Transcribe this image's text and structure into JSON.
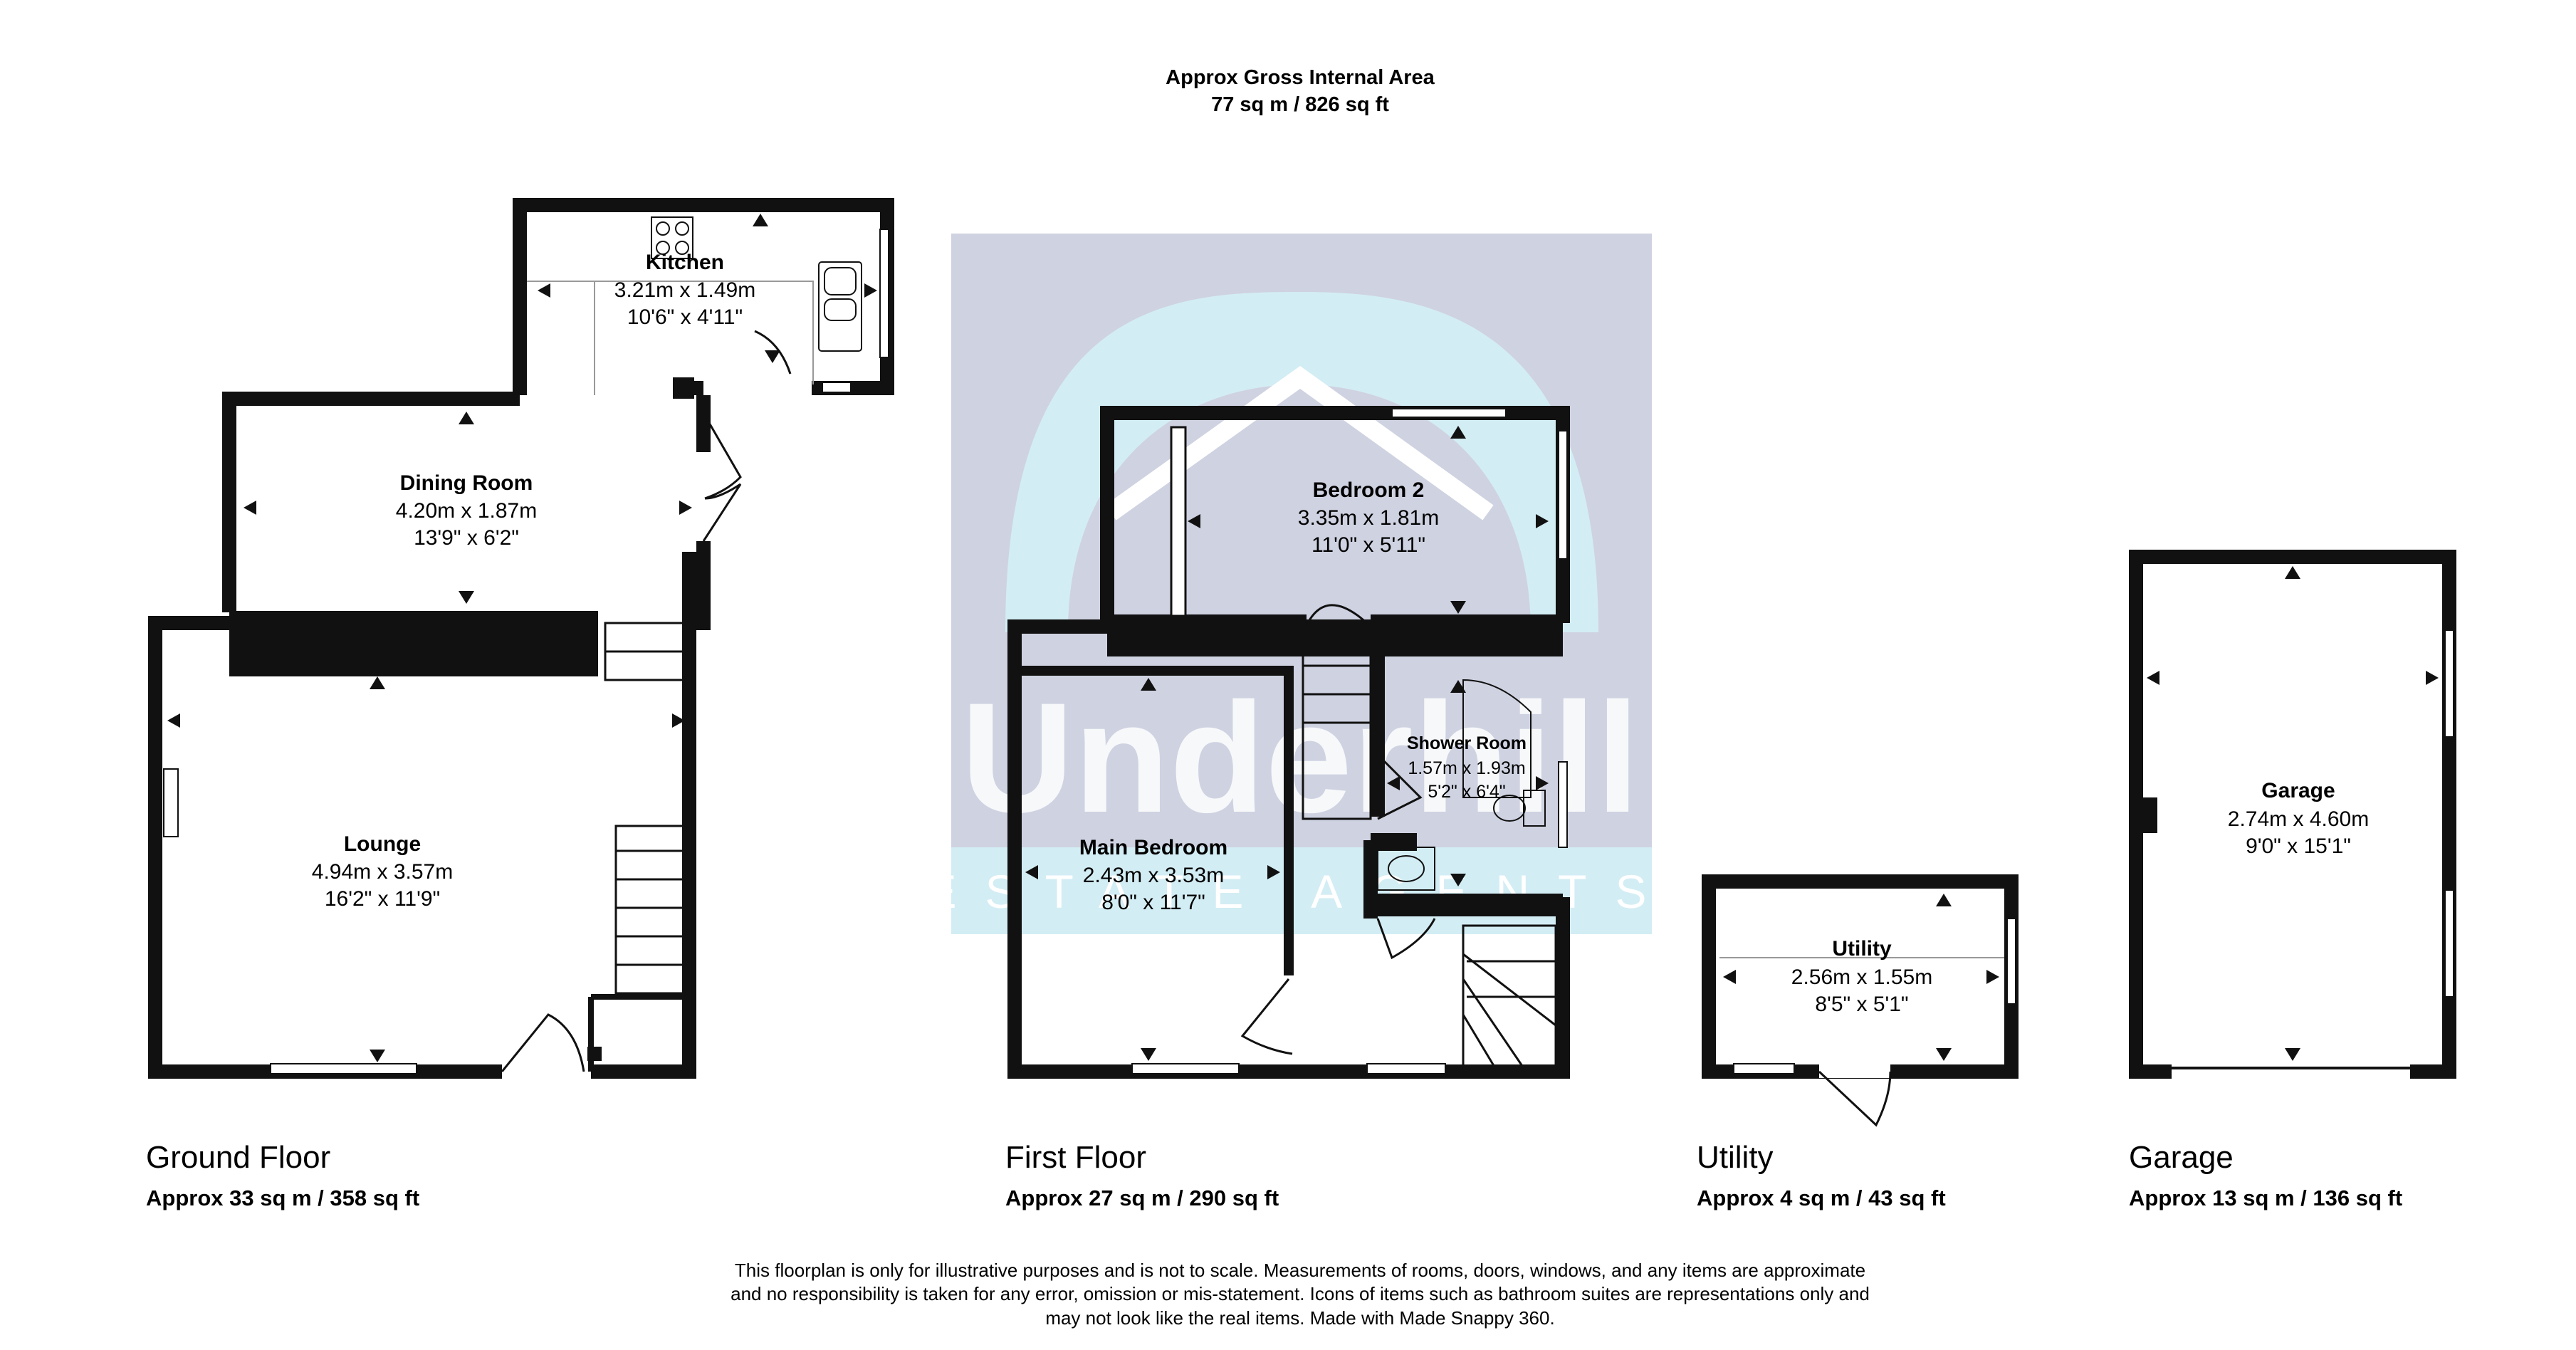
{
  "header": {
    "line1": "Approx Gross Internal Area",
    "line2": "77 sq m / 826 sq ft"
  },
  "watermark": {
    "brand": "Underhill",
    "sub": "ESTATE AGENTS"
  },
  "colors": {
    "wall": "#111111",
    "watermark_bg": "#cfd2e1",
    "watermark_arch": "#d3edf4",
    "watermark_text": "#ffffff"
  },
  "rooms": {
    "kitchen": {
      "name": "Kitchen",
      "metric": "3.21m x 1.49m",
      "imperial": "10'6\" x 4'11\""
    },
    "dining": {
      "name": "Dining Room",
      "metric": "4.20m x 1.87m",
      "imperial": "13'9\" x 6'2\""
    },
    "lounge": {
      "name": "Lounge",
      "metric": "4.94m x 3.57m",
      "imperial": "16'2\" x 11'9\""
    },
    "bedroom2": {
      "name": "Bedroom 2",
      "metric": "3.35m x 1.81m",
      "imperial": "11'0\" x 5'11\""
    },
    "shower": {
      "name": "Shower Room",
      "metric": "1.57m x 1.93m",
      "imperial": "5'2\" x 6'4\""
    },
    "main_bed": {
      "name": "Main Bedroom",
      "metric": "2.43m x 3.53m",
      "imperial": "8'0\" x 11'7\""
    },
    "utility": {
      "name": "Utility",
      "metric": "2.56m x 1.55m",
      "imperial": "8'5\" x 5'1\""
    },
    "garage": {
      "name": "Garage",
      "metric": "2.74m x 4.60m",
      "imperial": "9'0\" x 15'1\""
    }
  },
  "floors": {
    "ground": {
      "title": "Ground Floor",
      "area": "Approx 33 sq m / 358 sq ft"
    },
    "first": {
      "title": "First Floor",
      "area": "Approx 27 sq m / 290 sq ft"
    },
    "utility": {
      "title": "Utility",
      "area": "Approx 4 sq m / 43 sq ft"
    },
    "garage": {
      "title": "Garage",
      "area": "Approx 13 sq m / 136 sq ft"
    }
  },
  "disclaimer": {
    "line1": "This floorplan is only for illustrative purposes and is not to scale. Measurements of rooms, doors, windows, and any items are approximate",
    "line2": "and no responsibility is taken for any error, omission or mis-statement. Icons of items such as bathroom suites are representations only and",
    "line3": "may not look like the real items. Made with Made Snappy 360."
  }
}
